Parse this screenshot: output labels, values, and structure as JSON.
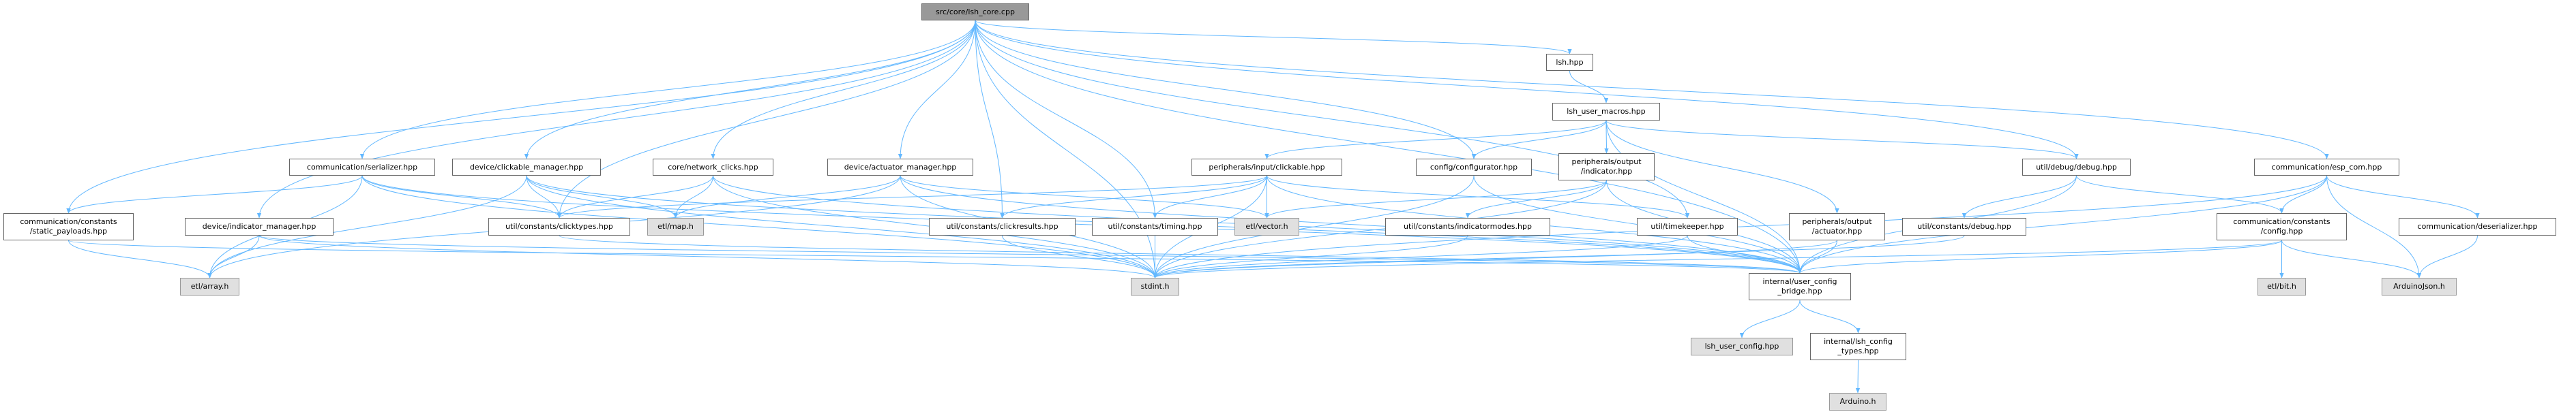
{
  "colors": {
    "edge": "#63b8ff",
    "node_border": "#666666",
    "external_fill": "#e0e0e0",
    "root_fill": "#999999"
  },
  "nodes": [
    {
      "id": "lsh_core",
      "label": "src/core/lsh_core.cpp",
      "kind": "root"
    },
    {
      "id": "lsh_hpp",
      "label": "lsh.hpp",
      "kind": "file"
    },
    {
      "id": "lsh_user_macros",
      "label": "lsh_user_macros.hpp",
      "kind": "file"
    },
    {
      "id": "static_payloads",
      "label": "communication/constants\n/static_payloads.hpp",
      "kind": "file"
    },
    {
      "id": "serializer",
      "label": "communication/serializer.hpp",
      "kind": "file"
    },
    {
      "id": "clickable_manager",
      "label": "device/clickable_manager.hpp",
      "kind": "file"
    },
    {
      "id": "network_clicks",
      "label": "core/network_clicks.hpp",
      "kind": "file"
    },
    {
      "id": "actuator_manager",
      "label": "device/actuator_manager.hpp",
      "kind": "file"
    },
    {
      "id": "clickable",
      "label": "peripherals/input/clickable.hpp",
      "kind": "file"
    },
    {
      "id": "configurator",
      "label": "config/configurator.hpp",
      "kind": "file"
    },
    {
      "id": "out_indicator",
      "label": "peripherals/output\n/indicator.hpp",
      "kind": "file"
    },
    {
      "id": "debug",
      "label": "util/debug/debug.hpp",
      "kind": "file"
    },
    {
      "id": "esp_com",
      "label": "communication/esp_com.hpp",
      "kind": "file"
    },
    {
      "id": "indicator_manager",
      "label": "device/indicator_manager.hpp",
      "kind": "file"
    },
    {
      "id": "clicktypes",
      "label": "util/constants/clicktypes.hpp",
      "kind": "file"
    },
    {
      "id": "etl_map",
      "label": "etl/map.h",
      "kind": "ext"
    },
    {
      "id": "clickresults",
      "label": "util/constants/clickresults.hpp",
      "kind": "file"
    },
    {
      "id": "timing",
      "label": "util/constants/timing.hpp",
      "kind": "file"
    },
    {
      "id": "etl_vector",
      "label": "etl/vector.h",
      "kind": "ext"
    },
    {
      "id": "indicatormodes",
      "label": "util/constants/indicatormodes.hpp",
      "kind": "file"
    },
    {
      "id": "timekeeper",
      "label": "util/timekeeper.hpp",
      "kind": "file"
    },
    {
      "id": "out_actuator",
      "label": "peripherals/output\n/actuator.hpp",
      "kind": "file"
    },
    {
      "id": "const_debug",
      "label": "util/constants/debug.hpp",
      "kind": "file"
    },
    {
      "id": "comm_config",
      "label": "communication/constants\n/config.hpp",
      "kind": "file"
    },
    {
      "id": "deserializer",
      "label": "communication/deserializer.hpp",
      "kind": "file"
    },
    {
      "id": "etl_array",
      "label": "etl/array.h",
      "kind": "ext"
    },
    {
      "id": "stdint",
      "label": "stdint.h",
      "kind": "ext"
    },
    {
      "id": "bridge",
      "label": "internal/user_config\n_bridge.hpp",
      "kind": "file"
    },
    {
      "id": "etl_bit",
      "label": "etl/bit.h",
      "kind": "ext"
    },
    {
      "id": "arduinojson",
      "label": "ArduinoJson.h",
      "kind": "ext"
    },
    {
      "id": "lsh_user_config",
      "label": "lsh_user_config.hpp",
      "kind": "ext"
    },
    {
      "id": "config_types",
      "label": "internal/lsh_config\n_types.hpp",
      "kind": "file"
    },
    {
      "id": "arduino",
      "label": "Arduino.h",
      "kind": "ext"
    }
  ],
  "edges": [
    [
      "lsh_core",
      "static_payloads"
    ],
    [
      "lsh_core",
      "serializer"
    ],
    [
      "lsh_core",
      "indicator_manager"
    ],
    [
      "lsh_core",
      "clickable_manager"
    ],
    [
      "lsh_core",
      "clicktypes"
    ],
    [
      "lsh_core",
      "network_clicks"
    ],
    [
      "lsh_core",
      "stdint"
    ],
    [
      "lsh_core",
      "actuator_manager"
    ],
    [
      "lsh_core",
      "clickresults"
    ],
    [
      "lsh_core",
      "timing"
    ],
    [
      "lsh_core",
      "timekeeper"
    ],
    [
      "lsh_core",
      "configurator"
    ],
    [
      "lsh_core",
      "lsh_hpp"
    ],
    [
      "lsh_core",
      "debug"
    ],
    [
      "lsh_core",
      "esp_com"
    ],
    [
      "lsh_core",
      "bridge"
    ],
    [
      "lsh_hpp",
      "lsh_user_macros"
    ],
    [
      "lsh_user_macros",
      "clickable"
    ],
    [
      "lsh_user_macros",
      "configurator"
    ],
    [
      "lsh_user_macros",
      "out_indicator"
    ],
    [
      "lsh_user_macros",
      "out_actuator"
    ],
    [
      "lsh_user_macros",
      "debug"
    ],
    [
      "lsh_user_macros",
      "bridge"
    ],
    [
      "serializer",
      "static_payloads"
    ],
    [
      "serializer",
      "clicktypes"
    ],
    [
      "serializer",
      "stdint"
    ],
    [
      "serializer",
      "bridge"
    ],
    [
      "serializer",
      "etl_array"
    ],
    [
      "clickable_manager",
      "etl_array"
    ],
    [
      "clickable_manager",
      "clicktypes"
    ],
    [
      "clickable_manager",
      "etl_map"
    ],
    [
      "clickable_manager",
      "stdint"
    ],
    [
      "clickable_manager",
      "bridge"
    ],
    [
      "network_clicks",
      "clicktypes"
    ],
    [
      "network_clicks",
      "etl_map"
    ],
    [
      "network_clicks",
      "stdint"
    ],
    [
      "network_clicks",
      "bridge"
    ],
    [
      "actuator_manager",
      "etl_map"
    ],
    [
      "actuator_manager",
      "etl_array"
    ],
    [
      "actuator_manager",
      "stdint"
    ],
    [
      "actuator_manager",
      "etl_vector"
    ],
    [
      "actuator_manager",
      "bridge"
    ],
    [
      "indicator_manager",
      "etl_array"
    ],
    [
      "indicator_manager",
      "stdint"
    ],
    [
      "indicator_manager",
      "bridge"
    ],
    [
      "static_payloads",
      "etl_array"
    ],
    [
      "static_payloads",
      "bridge"
    ],
    [
      "clicktypes",
      "bridge"
    ],
    [
      "clickable",
      "clicktypes"
    ],
    [
      "clickable",
      "clickresults"
    ],
    [
      "clickable",
      "timing"
    ],
    [
      "clickable",
      "etl_vector"
    ],
    [
      "clickable",
      "stdint"
    ],
    [
      "clickable",
      "timekeeper"
    ],
    [
      "clickable",
      "bridge"
    ],
    [
      "configurator",
      "stdint"
    ],
    [
      "configurator",
      "bridge"
    ],
    [
      "out_indicator",
      "etl_vector"
    ],
    [
      "out_indicator",
      "indicatormodes"
    ],
    [
      "out_indicator",
      "stdint"
    ],
    [
      "out_indicator",
      "bridge"
    ],
    [
      "clickresults",
      "stdint"
    ],
    [
      "timing",
      "stdint"
    ],
    [
      "indicatormodes",
      "stdint"
    ],
    [
      "timekeeper",
      "stdint"
    ],
    [
      "timekeeper",
      "bridge"
    ],
    [
      "out_actuator",
      "stdint"
    ],
    [
      "out_actuator",
      "bridge"
    ],
    [
      "debug",
      "const_debug"
    ],
    [
      "debug",
      "bridge"
    ],
    [
      "debug",
      "comm_config"
    ],
    [
      "const_debug",
      "stdint"
    ],
    [
      "esp_com",
      "comm_config"
    ],
    [
      "esp_com",
      "deserializer"
    ],
    [
      "esp_com",
      "arduinojson"
    ],
    [
      "esp_com",
      "stdint"
    ],
    [
      "esp_com",
      "bridge"
    ],
    [
      "comm_config",
      "etl_bit"
    ],
    [
      "comm_config",
      "arduinojson"
    ],
    [
      "comm_config",
      "stdint"
    ],
    [
      "comm_config",
      "bridge"
    ],
    [
      "deserializer",
      "arduinojson"
    ],
    [
      "bridge",
      "lsh_user_config"
    ],
    [
      "bridge",
      "config_types"
    ],
    [
      "config_types",
      "arduino"
    ]
  ]
}
